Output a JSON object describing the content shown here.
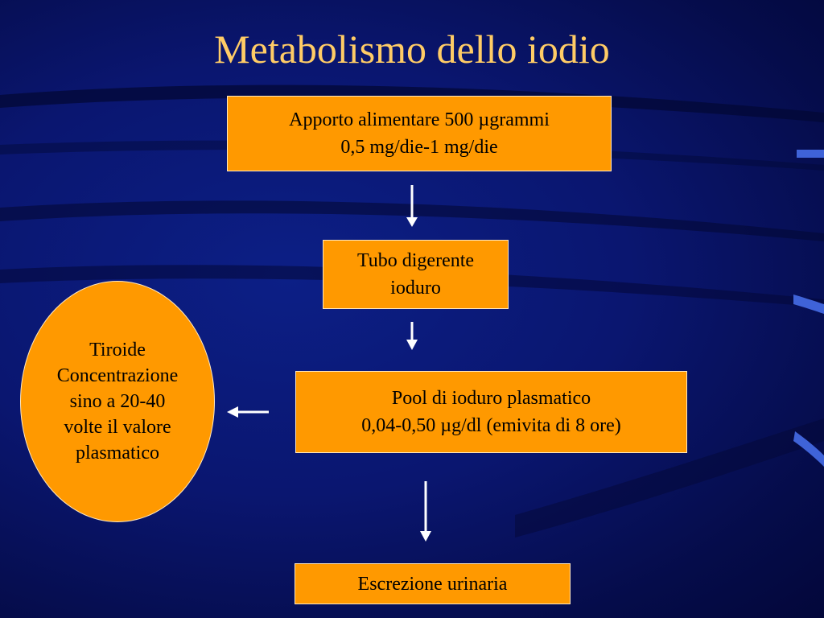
{
  "slide": {
    "title": "Metabolismo dello iodio",
    "background_color": "#0a1670",
    "accent_color": "#ffcc66",
    "box_color": "#ff9900"
  },
  "nodes": {
    "apporto": {
      "line1": "Apporto alimentare 500 µgrammi",
      "line2": "0,5 mg/die-1 mg/die"
    },
    "tubo": {
      "line1": "Tubo digerente",
      "line2": "ioduro"
    },
    "pool": {
      "line1": "Pool di ioduro plasmatico",
      "line2": "0,04-0,50  µg/dl (emivita di 8 ore)"
    },
    "escrezione": {
      "line1": "Escrezione urinaria"
    },
    "tiroide": {
      "line1": "Tiroide",
      "line2": "Concentrazione",
      "line3": "sino a 20-40",
      "line4": "volte il valore",
      "line5": "plasmatico"
    }
  },
  "edges": [
    {
      "from": "apporto",
      "to": "tubo"
    },
    {
      "from": "tubo",
      "to": "pool"
    },
    {
      "from": "pool",
      "to": "escrezione"
    },
    {
      "from": "pool",
      "to": "tiroide"
    }
  ]
}
